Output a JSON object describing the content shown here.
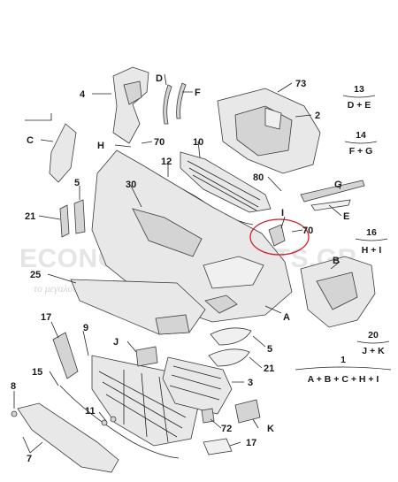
{
  "callouts": {
    "c1": "1",
    "c2": "2",
    "c3": "3",
    "c4": "4",
    "c5": "5",
    "c5b": "5",
    "c7": "7",
    "c8": "8",
    "c9": "9",
    "c10": "10",
    "c11": "11",
    "c12": "12",
    "c15": "15",
    "c17": "17",
    "c17b": "17",
    "c21": "21",
    "c21b": "21",
    "c25": "25",
    "c30": "30",
    "c70": "70",
    "c70b": "70",
    "c72": "72",
    "c73": "73",
    "c80": "80",
    "cA": "A",
    "cB": "B",
    "cC": "C",
    "cD": "D",
    "cE": "E",
    "cF": "F",
    "cG": "G",
    "cH": "H",
    "cI": "I",
    "cJ": "J",
    "cK": "K"
  },
  "legend": [
    {
      "num": "13",
      "formula": "D + E"
    },
    {
      "num": "14",
      "formula": "F + G"
    },
    {
      "num": "16",
      "formula": "H + I"
    },
    {
      "num": "20",
      "formula": "J + K"
    },
    {
      "num": "1",
      "formula": "A + B + C + H + I"
    }
  ],
  "watermark": {
    "brand": "ECONOMYCARPARTS.GR",
    "tagline": "το μεγαλύτερο ηλεκτρονικό κατάστημα ανταλλακτικών"
  },
  "colors": {
    "highlight": "#d0202a",
    "line": "#222222"
  }
}
